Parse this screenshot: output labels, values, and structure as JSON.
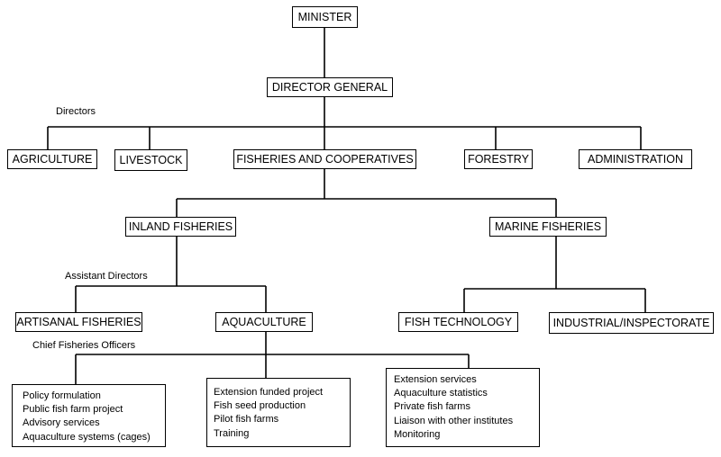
{
  "org": {
    "minister": "MINISTER",
    "director_general": "DIRECTOR GENERAL",
    "directors_label": "Directors",
    "directorates": {
      "agriculture": "AGRICULTURE",
      "livestock": "LIVESTOCK",
      "fisheries": "FISHERIES AND COOPERATIVES",
      "forestry": "FORESTRY",
      "administration": "ADMINISTRATION"
    },
    "inland": "INLAND FISHERIES",
    "marine": "MARINE FISHERIES",
    "assistant_directors_label": "Assistant Directors",
    "artisanal": "ARTISANAL FISHERIES",
    "aquaculture": "AQUACULTURE",
    "fish_technology": "FISH TECHNOLOGY",
    "industrial": "INDUSTRIAL/INSPECTORATE",
    "chief_officers_label": "Chief Fisheries Officers",
    "duties": [
      [
        "Policy formulation",
        "Public fish farm project",
        "Advisory services",
        "Aquaculture systems (cages)"
      ],
      [
        "Extension funded project",
        "Fish seed production",
        "Pilot fish farms",
        "Training"
      ],
      [
        "Extension services",
        "Aquaculture statistics",
        "Private fish farms",
        "Liaison with other institutes",
        "Monitoring"
      ]
    ]
  }
}
